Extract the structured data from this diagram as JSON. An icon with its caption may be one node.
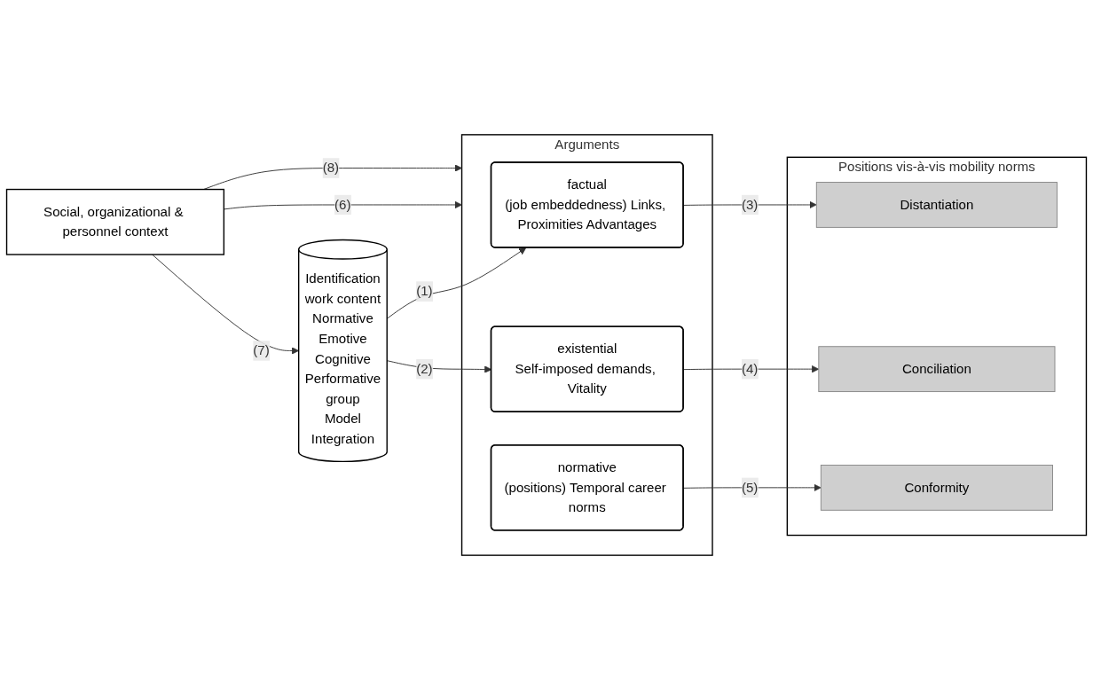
{
  "diagram": {
    "nodes": [
      {
        "text": [
          "Social, organizational & personnel context"
        ]
      },
      {
        "text": [
          "Identification",
          "work content",
          "Normative",
          "Emotive",
          "Cognitive",
          "Performative",
          "group",
          "Model",
          "Integration"
        ]
      },
      {
        "text": [
          "Arguments"
        ]
      },
      {
        "text": [
          "factual",
          "(job embeddedness) Links, Proximities Advantages"
        ],
        "in": 2
      },
      {
        "text": [
          "existential",
          "Self-imposed demands, Vitality"
        ],
        "in": 2
      },
      {
        "text": [
          "normative",
          "(positions) Temporal career norms"
        ],
        "in": 2
      },
      {
        "text": [
          "Positions vis-à-vis mobility norms"
        ]
      },
      {
        "text": [
          "Distantiation"
        ],
        "in": 6
      },
      {
        "text": [
          "Conciliation"
        ],
        "in": 6
      },
      {
        "text": [
          "Conformity"
        ],
        "in": 6
      }
    ],
    "edges": [
      {
        "from": 0,
        "to": 2,
        "arrow": "to",
        "label": "(6)"
      },
      {
        "from": 0,
        "to": 1,
        "arrow": "to",
        "label": "(7)"
      },
      {
        "from": 0,
        "to": 2,
        "arrow": "to",
        "label": "(8)"
      },
      {
        "from": 1,
        "to": 3,
        "arrow": "to",
        "label": "(1)"
      },
      {
        "from": 1,
        "to": 4,
        "arrow": "to",
        "label": "(2)"
      },
      {
        "from": 3,
        "to": 7,
        "arrow": "to",
        "label": "(3)"
      },
      {
        "from": 4,
        "to": 8,
        "arrow": "to",
        "label": "(4)"
      },
      {
        "from": 5,
        "to": 9,
        "arrow": "to",
        "label": "(5)"
      }
    ]
  }
}
